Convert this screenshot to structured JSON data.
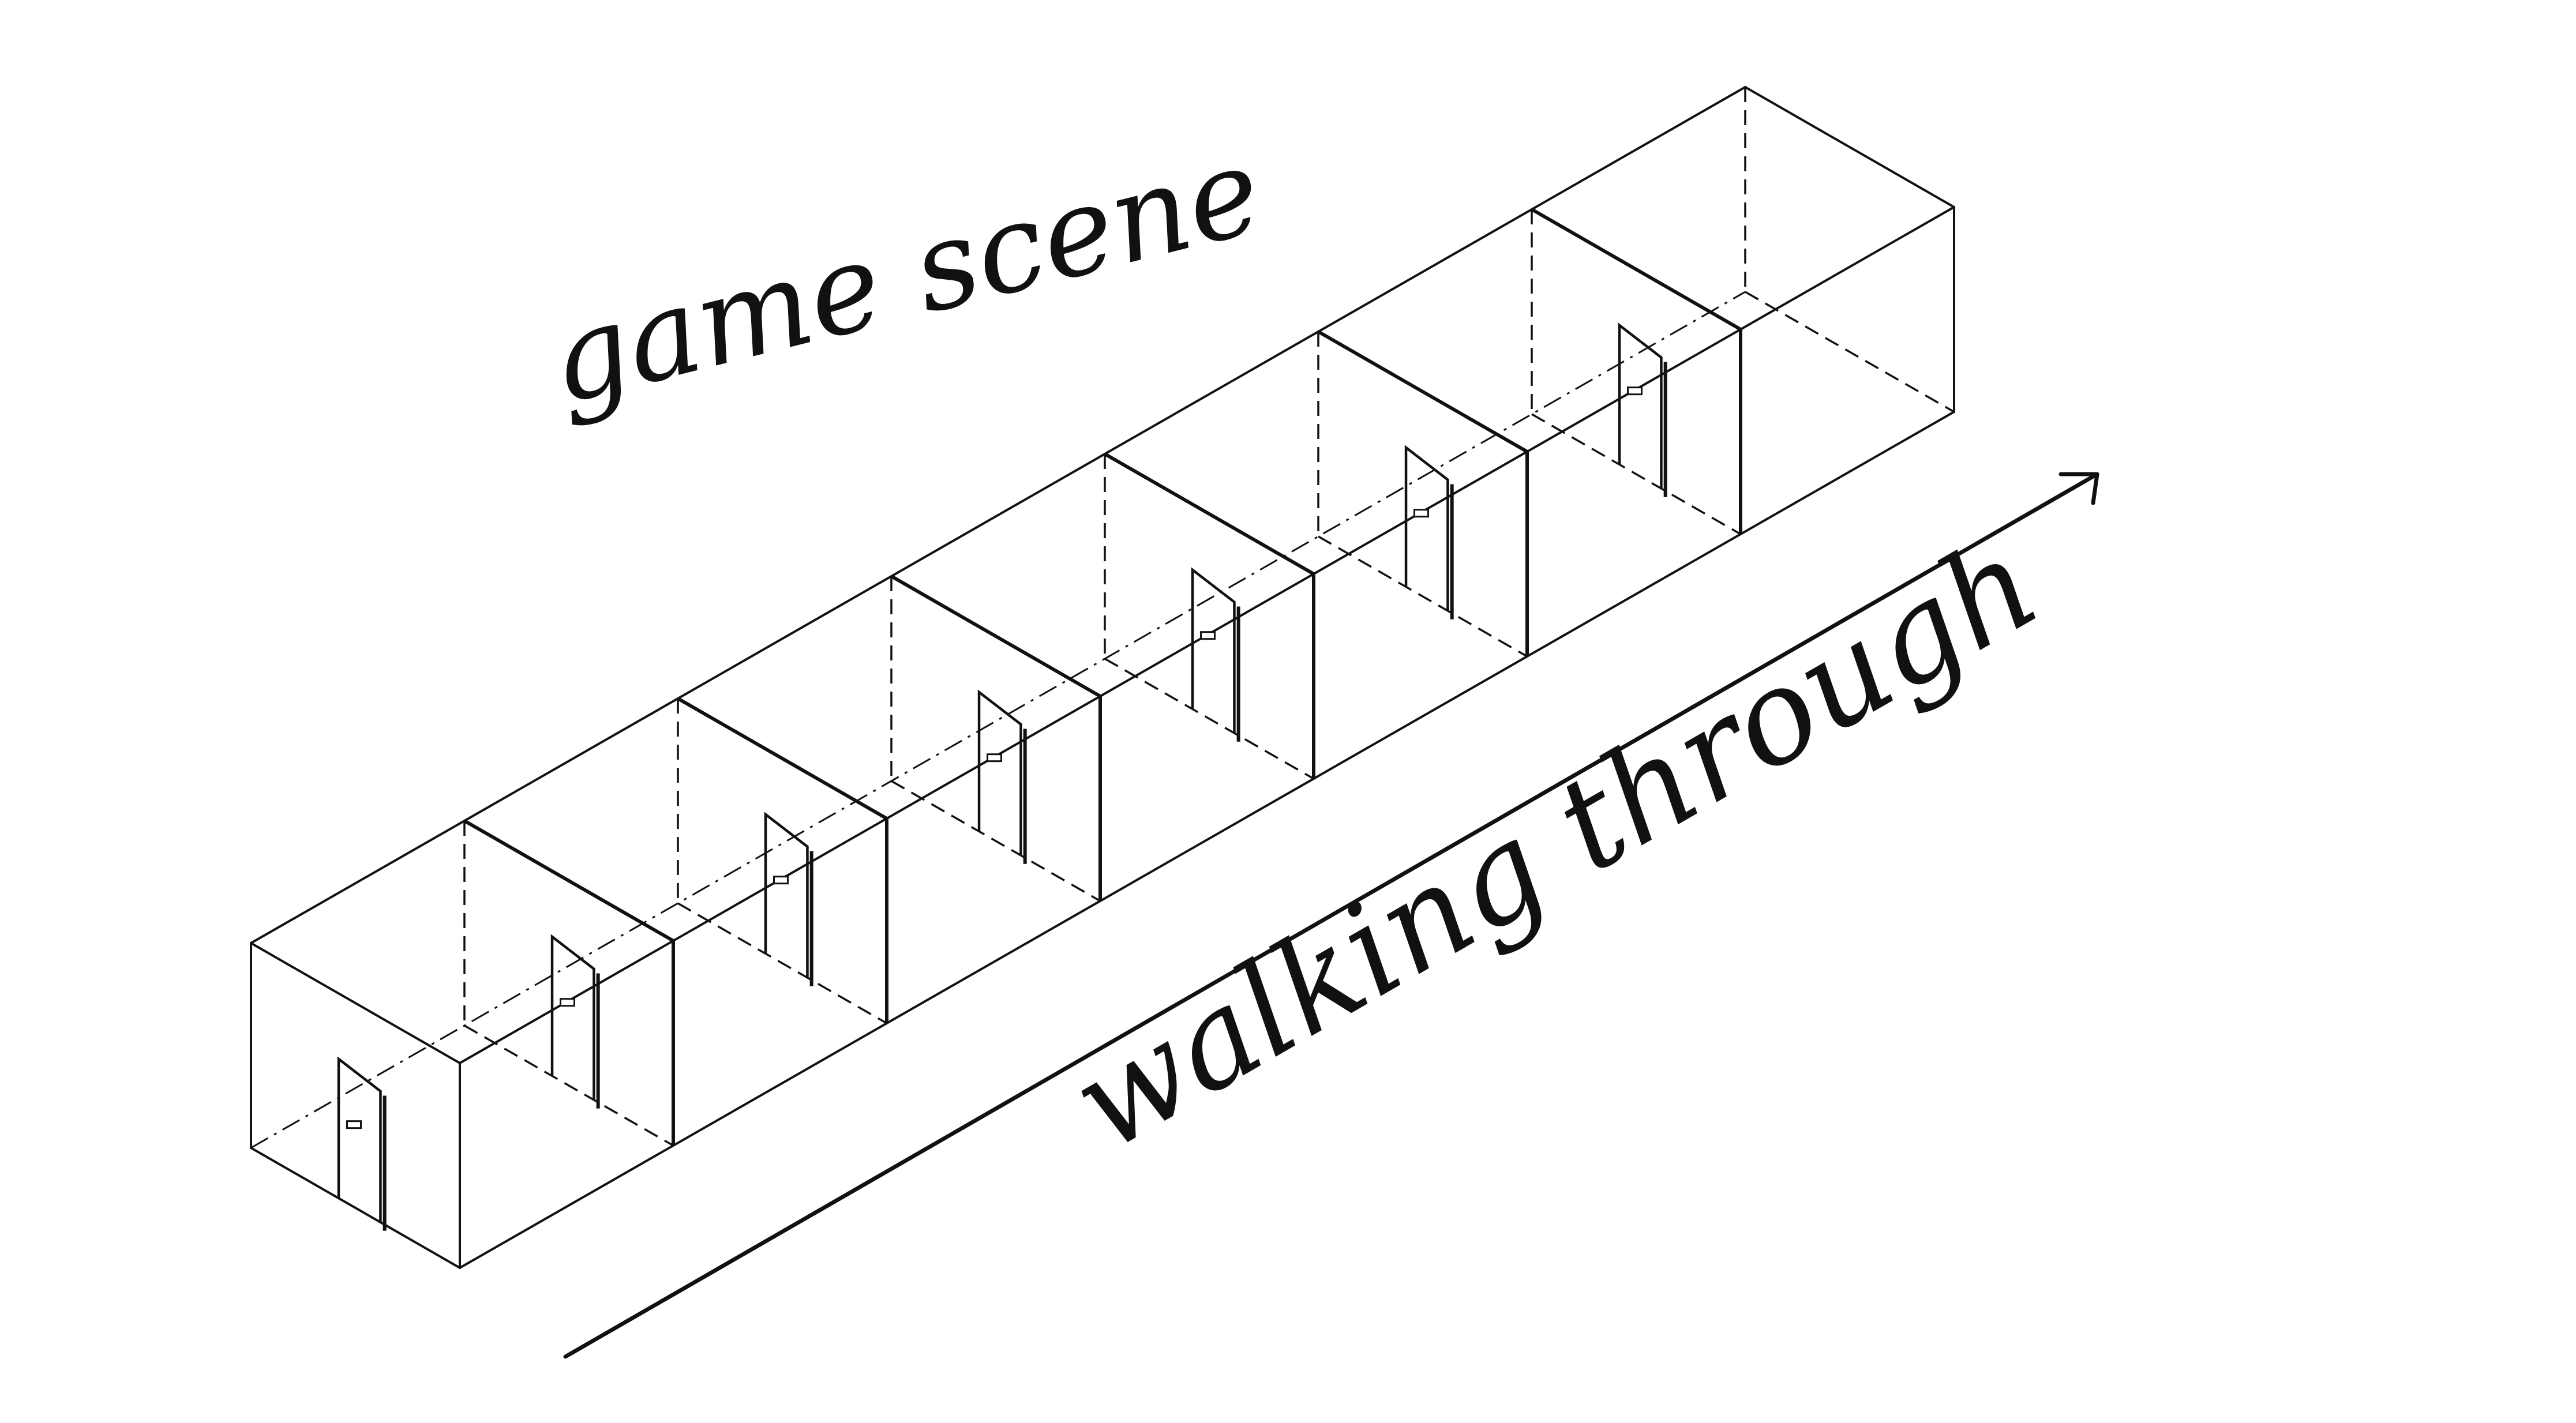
{
  "diagram": {
    "labels": {
      "scene_label": "game scene",
      "direction_label": "walking through"
    },
    "rooms": [
      {
        "id": "room-1",
        "has_door": true
      },
      {
        "id": "room-2",
        "has_door": true
      },
      {
        "id": "room-3",
        "has_door": true
      },
      {
        "id": "room-4",
        "has_door": true
      },
      {
        "id": "room-5",
        "has_door": true
      },
      {
        "id": "room-6",
        "has_door": true
      },
      {
        "id": "room-7",
        "has_door": true
      }
    ],
    "line_color": "#111111",
    "background_color": "#ffffff"
  }
}
